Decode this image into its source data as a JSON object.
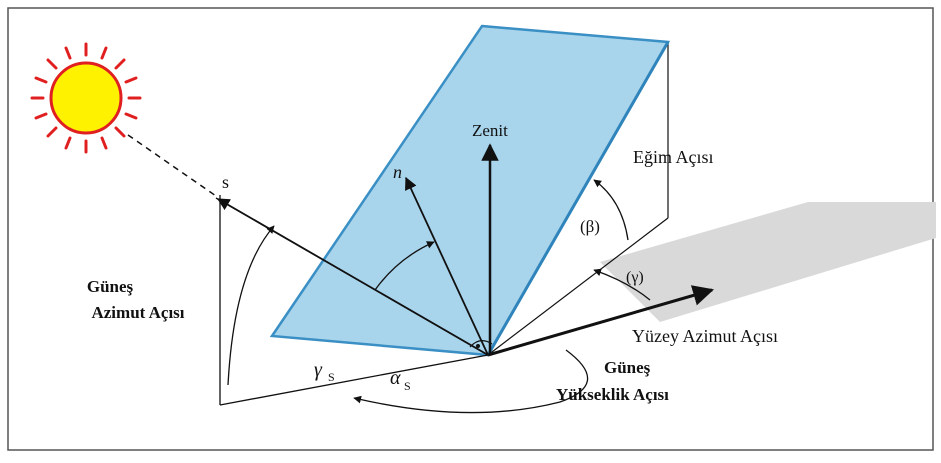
{
  "labels": {
    "zenith": "Zenit",
    "normal": "n",
    "sun_vector": "s",
    "tilt_angle": "Eğim Açısı",
    "beta": "(β)",
    "gamma": "(γ)",
    "surface_azimuth": "Yüzey Azimut Açısı",
    "sun_azimuth_line1": "Güneş",
    "sun_azimuth_line2": "Azimut Açısı",
    "sun_elevation_line1": "Güneş",
    "sun_elevation_line2": "Yükseklik Açısı",
    "gamma_s": "γ",
    "gamma_s_sub": "S",
    "alpha_s": "α",
    "alpha_s_sub": "S"
  },
  "colors": {
    "panel_fill": "#a8d4ec",
    "panel_edge": "#3a8fc4",
    "sun_fill": "#fff200",
    "sun_ray": "#e02020",
    "shadow": "#d9d9d9",
    "line": "#111111",
    "frame": "#555555"
  }
}
